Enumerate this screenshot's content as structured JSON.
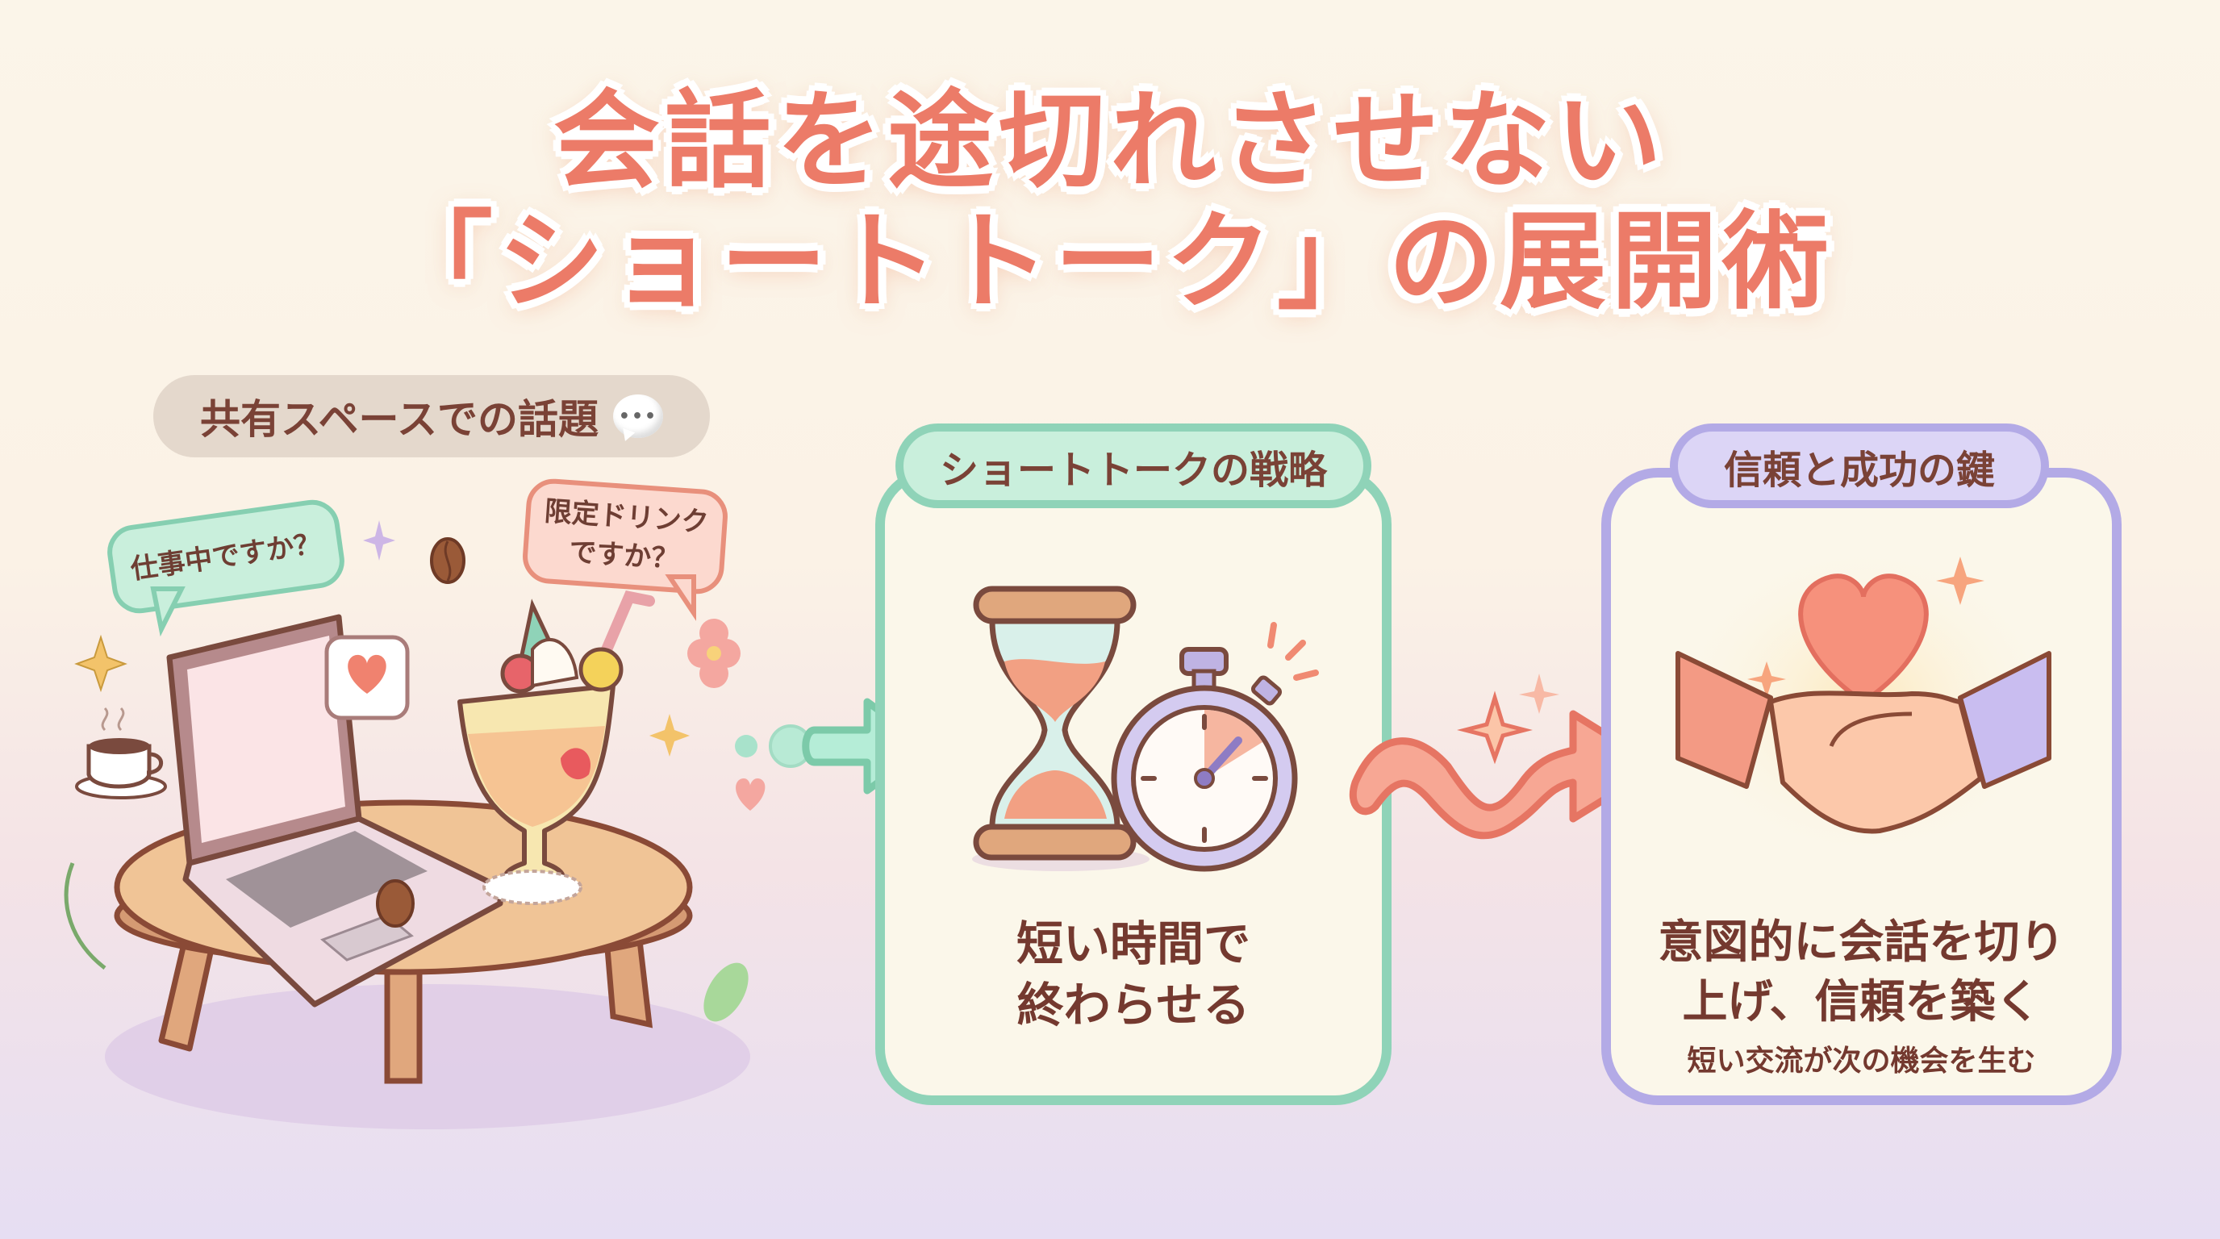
{
  "title": {
    "line1": "会話を途切れさせない",
    "line2": "「ショートトーク」の展開術"
  },
  "section_left": {
    "label": "共有スペースでの話題",
    "label_icon": "speech-bubble-icon",
    "bubbles": [
      {
        "text": "仕事中ですか？",
        "color": "#86cfb1"
      },
      {
        "text_line1": "限定ドリンク",
        "text_line2": "ですか？",
        "color": "#e8907c"
      }
    ],
    "illustration": [
      "laptop",
      "round-table",
      "fruit-drink",
      "coffee-cup",
      "coffee-bean",
      "heart-chat-bubble",
      "sparkles",
      "flower",
      "leaves"
    ]
  },
  "section_middle": {
    "label": "ショートトークの戦略",
    "text_line1": "短い時間で",
    "text_line2": "終わらせる",
    "accent": "#8fd3b8",
    "illustration": [
      "hourglass",
      "stopwatch"
    ]
  },
  "section_right": {
    "label": "信頼と成功の鍵",
    "text_line1": "意図的に会話を切り",
    "text_line2": "上げ、信頼を築く",
    "subtext": "短い交流が次の機会を生む",
    "accent": "#b3aae6",
    "illustration": [
      "heart",
      "handshake"
    ]
  },
  "arrows": [
    {
      "name": "green-arrow",
      "color": "#8fd3b8"
    },
    {
      "name": "wavy-arrow",
      "color": "#ee8a78"
    }
  ],
  "colors": {
    "title": "#ec7b68",
    "text": "#74392f",
    "green": "#8fd3b8",
    "purple": "#b3aae6",
    "coral": "#ee8a78"
  }
}
